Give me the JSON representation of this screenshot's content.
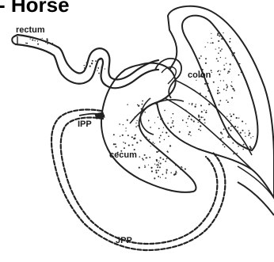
{
  "title": "- Horse",
  "labels": {
    "rectum": "rectum",
    "colon": "colon",
    "ipp": "IPP",
    "cecum": "cecum",
    "jpp": "JPP"
  },
  "colors": {
    "line": "#222222",
    "fill": "#ffffff",
    "dots": "#333333"
  }
}
